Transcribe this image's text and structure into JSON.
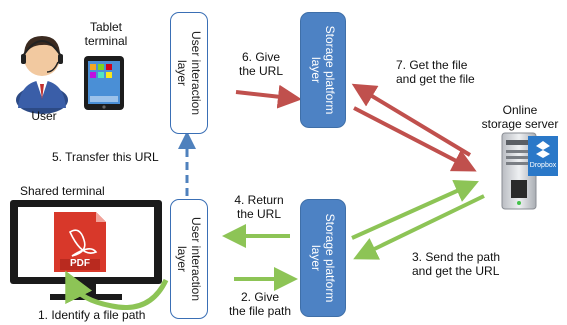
{
  "actors": {
    "user_label": "User",
    "tablet_label_line1": "Tablet",
    "tablet_label_line2": "terminal",
    "shared_terminal_label": "Shared terminal",
    "pdf_label": "PDF",
    "server_label_line1": "Online",
    "server_label_line2": "storage server",
    "dropbox_label": "Dropbox"
  },
  "layers": {
    "top_ui_line1": "User interaction",
    "top_ui_line2": "layer",
    "bottom_ui_line1": "User interaction",
    "bottom_ui_line2": "layer",
    "top_storage_line1": "Storage platform",
    "top_storage_line2": "layer",
    "bottom_storage_line1": "Storage platform",
    "bottom_storage_line2": "layer"
  },
  "steps": {
    "s1": "1. Identify a file path",
    "s2_line1": "2. Give",
    "s2_line2": "the file path",
    "s3_line1": "3. Send the path",
    "s3_line2": "and get the URL",
    "s4_line1": "4. Return",
    "s4_line2": "the URL",
    "s5": "5. Transfer this URL",
    "s6_line1": "6. Give",
    "s6_line2": "the URL",
    "s7_line1": "7. Get the file",
    "s7_line2": "and get the file"
  },
  "colors": {
    "red_arrow": "#c0504d",
    "green_arrow": "#8dc456",
    "blue_dashed": "#4f81bd",
    "storage_fill": "#4d82c4"
  }
}
